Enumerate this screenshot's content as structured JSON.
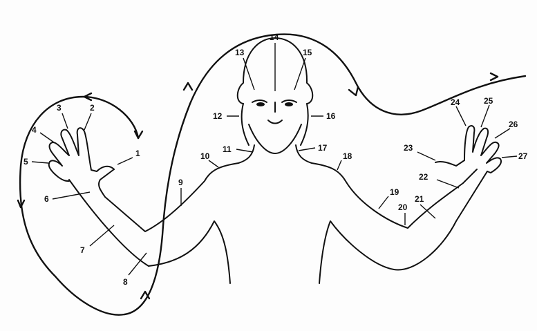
{
  "diagram": {
    "points": [
      {
        "id": "p1",
        "label": "1"
      },
      {
        "id": "p2",
        "label": "2"
      },
      {
        "id": "p3",
        "label": "3"
      },
      {
        "id": "p4",
        "label": "4"
      },
      {
        "id": "p5",
        "label": "5"
      },
      {
        "id": "p6",
        "label": "6"
      },
      {
        "id": "p7",
        "label": "7"
      },
      {
        "id": "p8",
        "label": "8"
      },
      {
        "id": "p9",
        "label": "9"
      },
      {
        "id": "p10",
        "label": "10"
      },
      {
        "id": "p11",
        "label": "11"
      },
      {
        "id": "p12",
        "label": "12"
      },
      {
        "id": "p13",
        "label": "13"
      },
      {
        "id": "p14",
        "label": "14"
      },
      {
        "id": "p15",
        "label": "15"
      },
      {
        "id": "p16",
        "label": "16"
      },
      {
        "id": "p17",
        "label": "17"
      },
      {
        "id": "p18",
        "label": "18"
      },
      {
        "id": "p19",
        "label": "19"
      },
      {
        "id": "p20",
        "label": "20"
      },
      {
        "id": "p21",
        "label": "21"
      },
      {
        "id": "p22",
        "label": "22"
      },
      {
        "id": "p23",
        "label": "23"
      },
      {
        "id": "p24",
        "label": "24"
      },
      {
        "id": "p25",
        "label": "25"
      },
      {
        "id": "p26",
        "label": "26"
      },
      {
        "id": "p27",
        "label": "27"
      }
    ]
  }
}
